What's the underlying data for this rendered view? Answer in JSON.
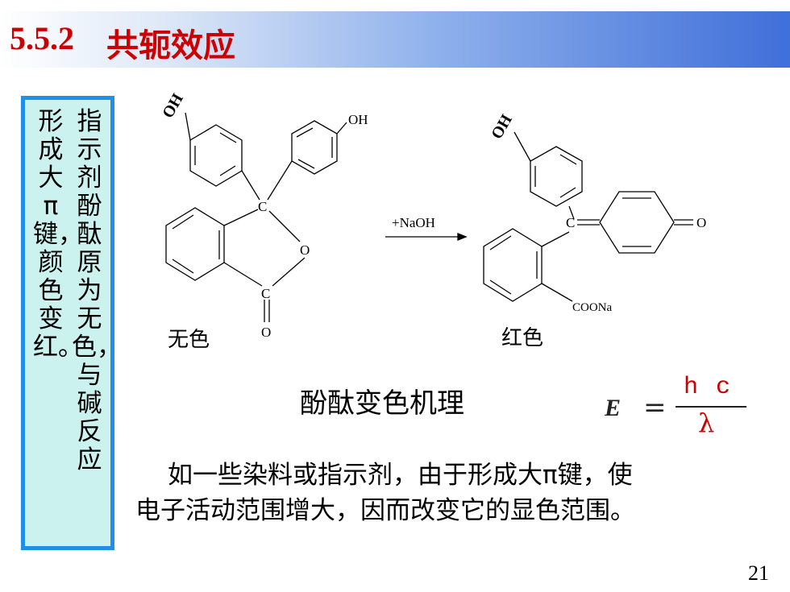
{
  "header": {
    "section_number": "5.5.2",
    "section_title": "共轭效应"
  },
  "side_note": {
    "column_1": "指示剂酚酞原为无色，与碱反应",
    "column_2": "形成大π键，颜色变红。"
  },
  "reaction": {
    "labels": {
      "oh_1": "OH",
      "oh_2": "OH",
      "oh_3": "OH",
      "c_1": "C",
      "o_ring": "O",
      "c_2": "C",
      "o_carbonyl": "O",
      "c_3": "C",
      "o_keto": "O",
      "coona": "COONa",
      "reagent": "+NaOH",
      "left_color": "无色",
      "right_color": "红色"
    }
  },
  "caption": "酚酞变色机理",
  "formula": {
    "lhs": "E",
    "eq": "=",
    "numerator": "h c",
    "denominator": "λ"
  },
  "body": {
    "line_1": "如一些染料或指示剂，由于形成大π键，使",
    "line_2": "电子活动范围增大，因而改变它的显色范围。"
  },
  "page_number": "21",
  "colors": {
    "title_red": "#cc0000",
    "box_border": "#1e90e8",
    "box_fill": "#ccf2f0"
  }
}
